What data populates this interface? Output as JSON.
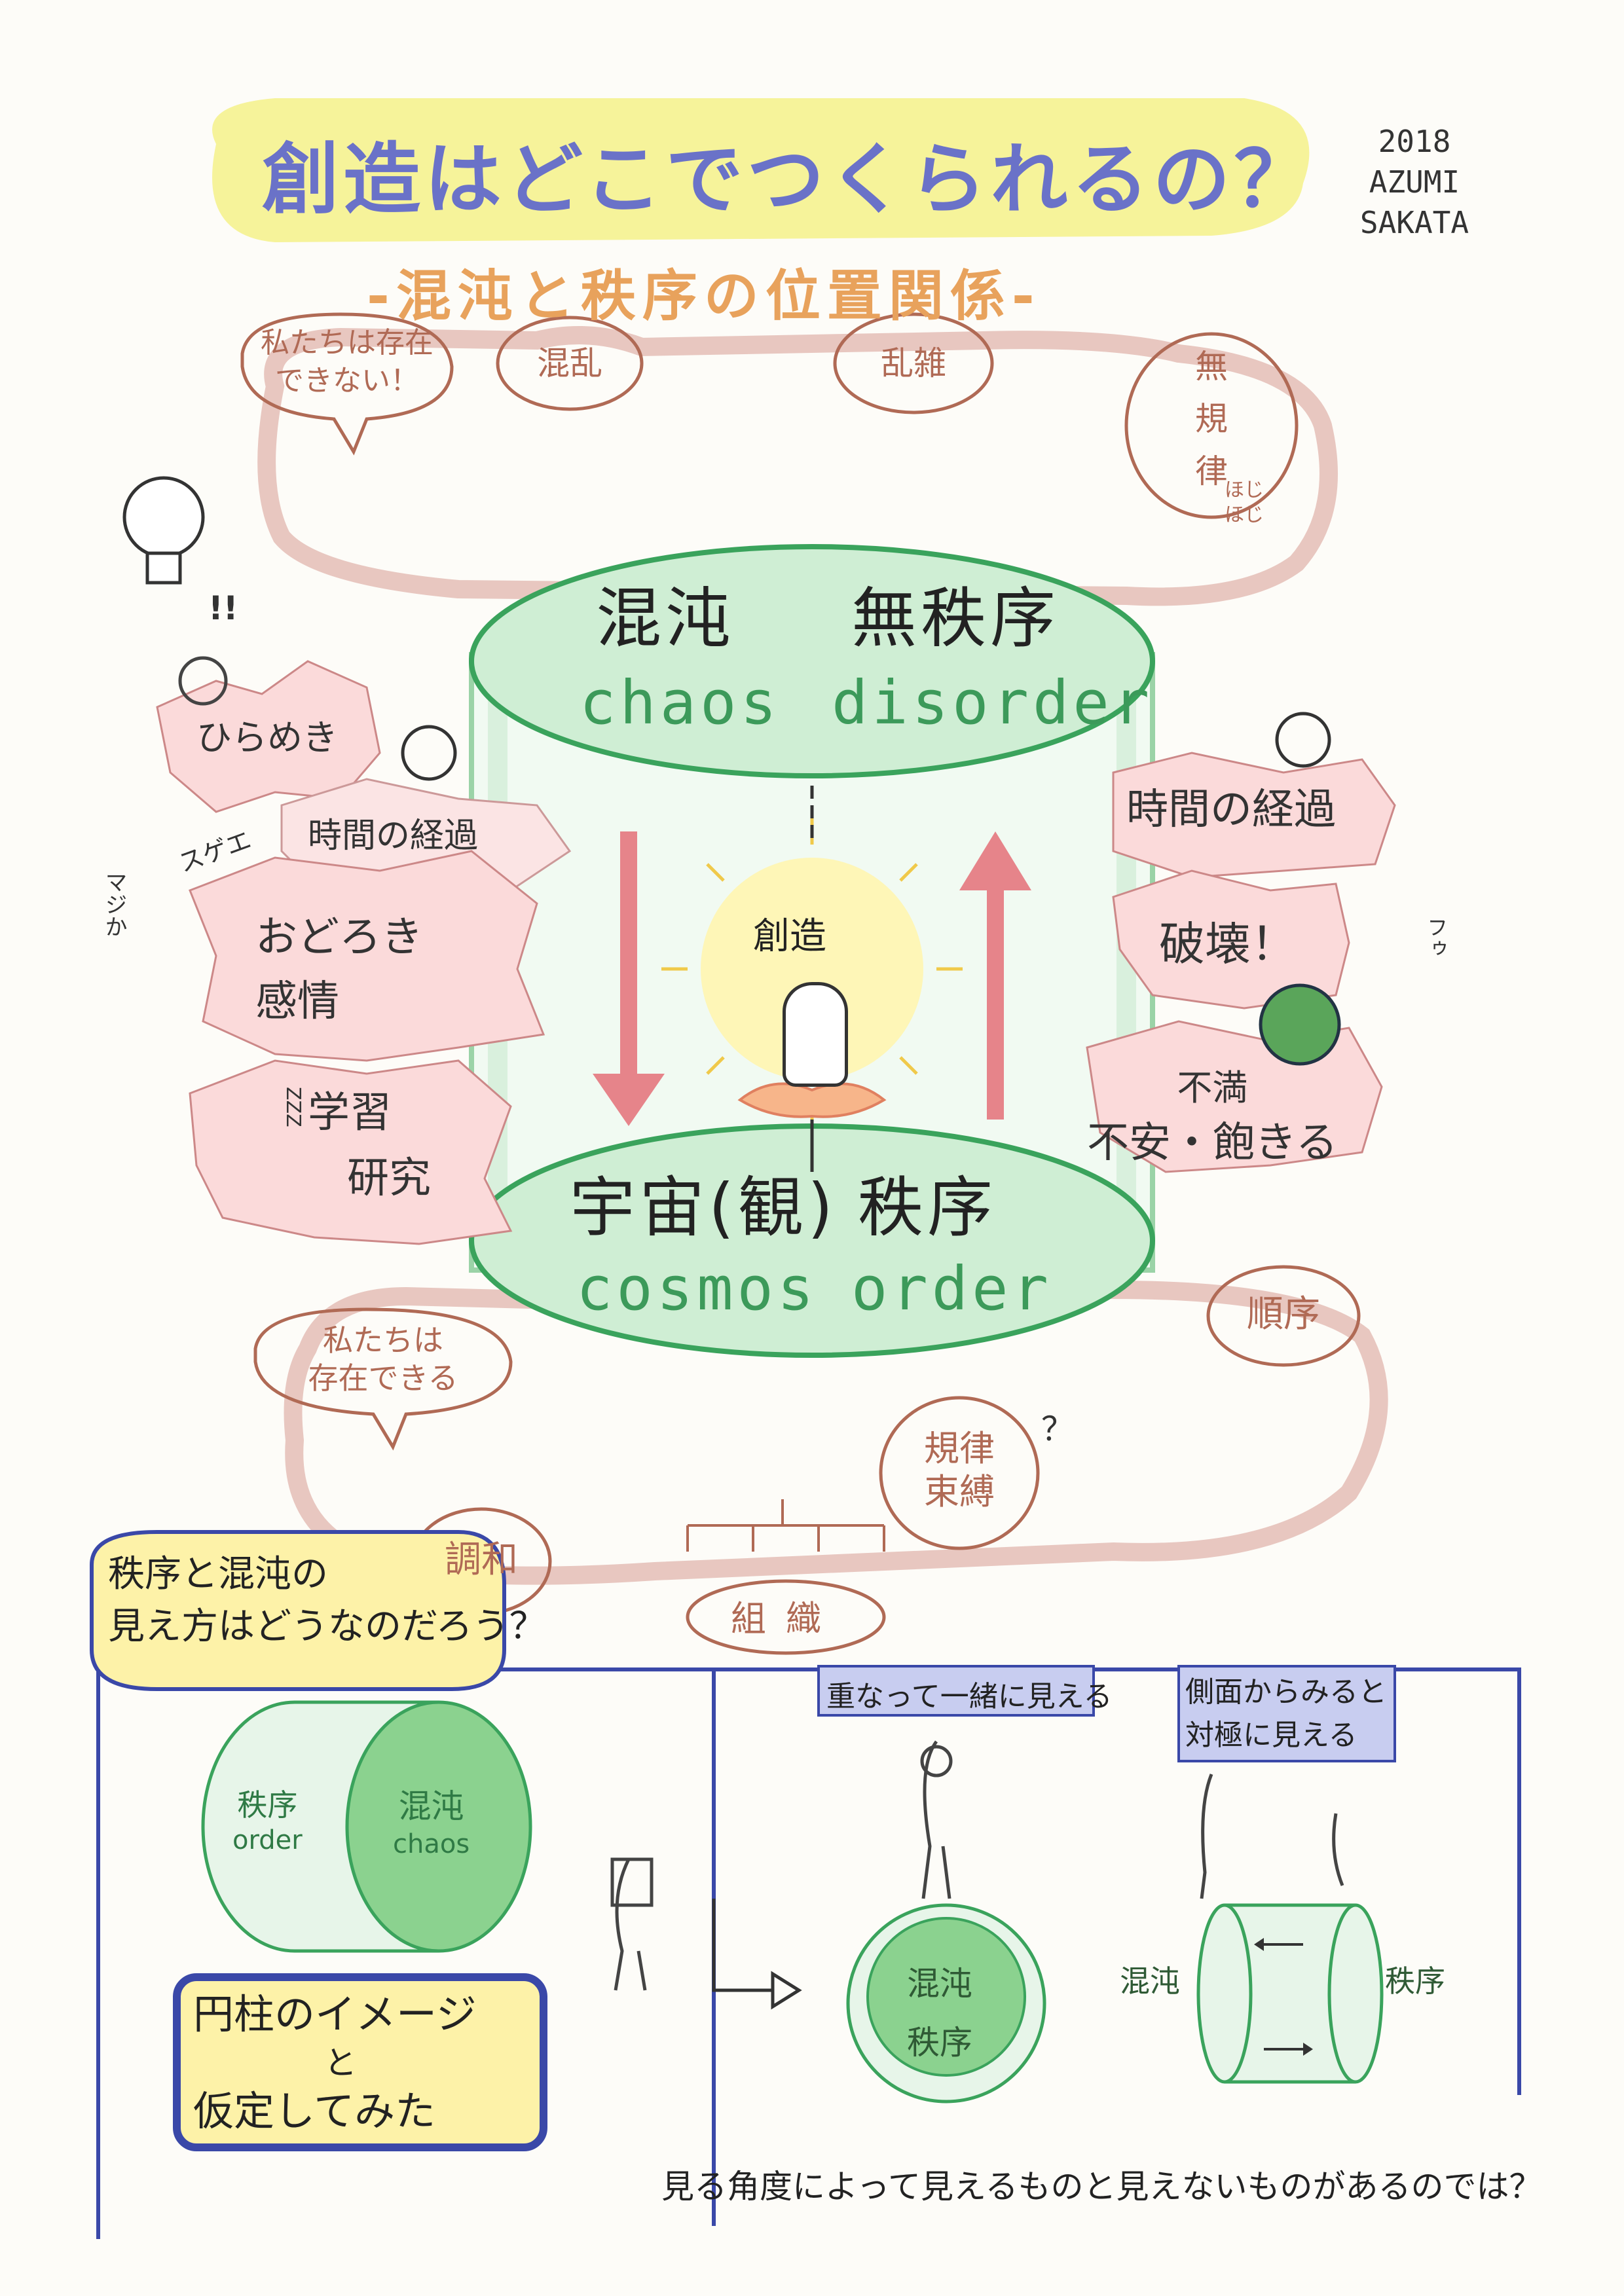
{
  "header": {
    "title": "創造はどこでつくられるの？",
    "subtitle": "-混沌と秩序の位置関係-",
    "signature": [
      "2018",
      "AZUMI",
      "SAKATA"
    ]
  },
  "top_bubbles": {
    "b1": [
      "私たちは存在",
      "できない！"
    ],
    "b2": "混乱",
    "b3": "乱雑",
    "b4": [
      "無",
      "規",
      "律"
    ],
    "b4_small": [
      "ほじ",
      "ほじ"
    ]
  },
  "chaos_disc": {
    "jp_left": "混沌",
    "jp_right": "無秩序",
    "en_left": "chaos",
    "en_right": "disorder"
  },
  "order_disc": {
    "jp_left": "宇宙(観)",
    "jp_right": "秩序",
    "en_left": "cosmos",
    "en_right": "order"
  },
  "center": {
    "label": "創造"
  },
  "left_side": {
    "exclaim": "!!",
    "inspiration": "ひらめき",
    "time_passing": [
      "時間の経過"
    ],
    "reaction_a": "スゲエ",
    "reaction_b": "マジか",
    "surprise": [
      "おどろき",
      "感情"
    ],
    "study": [
      "学習",
      "研究"
    ],
    "zzz": "ZZZ"
  },
  "right_side": {
    "time_passing": [
      "時間の",
      "経過"
    ],
    "destroy": "破壊！",
    "fuu": "フゥ",
    "dissatisfied": [
      "不満",
      "不安・飽きる"
    ]
  },
  "bottom_bubbles": {
    "we_exist": [
      "私たちは",
      "存在できる"
    ],
    "harmony": "調和",
    "organization": "組織",
    "rules": [
      "規律",
      "束縛"
    ],
    "sequence": "順序",
    "q": "？"
  },
  "lower_panel": {
    "question": [
      "秩序と混沌の",
      "見え方はどうなのだろう？"
    ],
    "cyl_left_jp": "秩序",
    "cyl_left_en": "order",
    "cyl_right_jp": "混沌",
    "cyl_right_en": "chaos",
    "hypothesis": [
      "円柱のイメージ",
      "と",
      "仮定してみた"
    ],
    "view1_label": "重なって一緒に見える",
    "view1_circle": [
      "混沌",
      "秩序"
    ],
    "view2_label": [
      "側面からみると",
      "対極に見える"
    ],
    "view2_left": "混沌",
    "view2_right": "秩序",
    "conclusion": "見る角度によって見えるものと見えないものがあるのでは？"
  }
}
